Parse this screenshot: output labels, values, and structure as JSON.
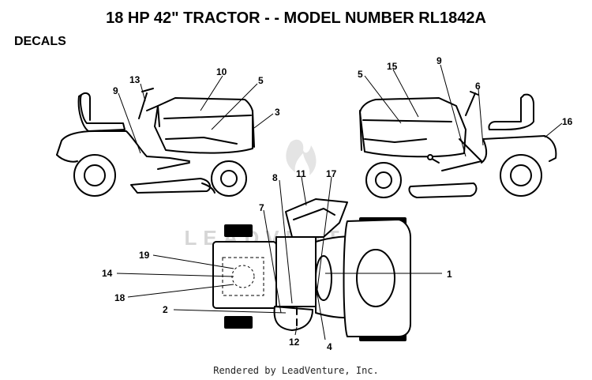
{
  "header": {
    "title": "18 HP 42\" TRACTOR - - MODEL NUMBER RL1842A"
  },
  "section": {
    "label": "DECALS"
  },
  "watermark": {
    "text": "LEADVENTURE"
  },
  "footer": {
    "text": "Rendered by LeadVenture, Inc."
  },
  "callouts": {
    "c1": "1",
    "c2": "2",
    "c3": "3",
    "c4": "4",
    "c5": "5",
    "c5b": "5",
    "c6": "6",
    "c7": "7",
    "c8": "8",
    "c9": "9",
    "c9b": "9",
    "c10": "10",
    "c11": "11",
    "c12": "12",
    "c13": "13",
    "c14": "14",
    "c15": "15",
    "c16": "16",
    "c17": "17",
    "c18": "18",
    "c19": "19"
  }
}
